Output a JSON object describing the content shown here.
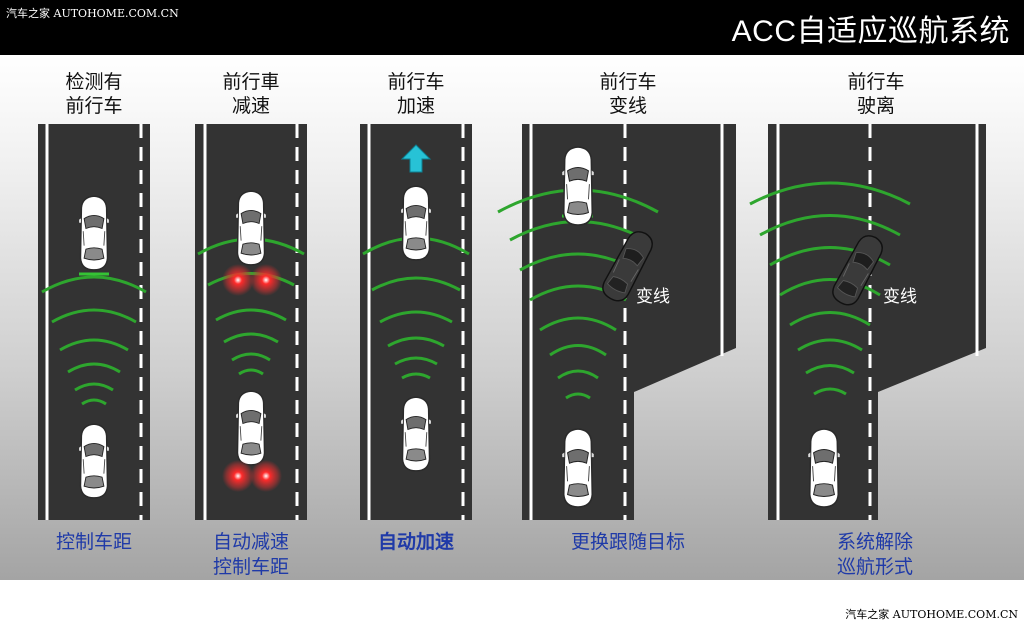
{
  "watermark": "汽车之家 AUTOHOME.COM.CN",
  "title": "ACC自适应巡航系统",
  "lanes": [
    {
      "top": "检测有\n前行车",
      "bottom": "控制车距",
      "strong": false
    },
    {
      "top": "前行車\n减速",
      "bottom": "自动减速\n控制车距",
      "strong": false
    },
    {
      "top": "前行车\n加速",
      "bottom": "自动加速",
      "strong": true
    },
    {
      "top": "前行车\n变线",
      "bottom": "更换跟随目标",
      "strong": false,
      "note": "变线"
    },
    {
      "top": "前行车\n驶离",
      "bottom": "系统解除\n巡航形式",
      "strong": false,
      "note": "变线"
    }
  ],
  "colors": {
    "road": "#333333",
    "wave": "#2ea62e",
    "brake": "#ff2020",
    "arrow": "#27c2d6",
    "label": "#1f3aa8"
  },
  "icons": [
    "car-icon",
    "radar-wave-icon",
    "brake-light-icon",
    "accelerate-arrow-icon"
  ]
}
